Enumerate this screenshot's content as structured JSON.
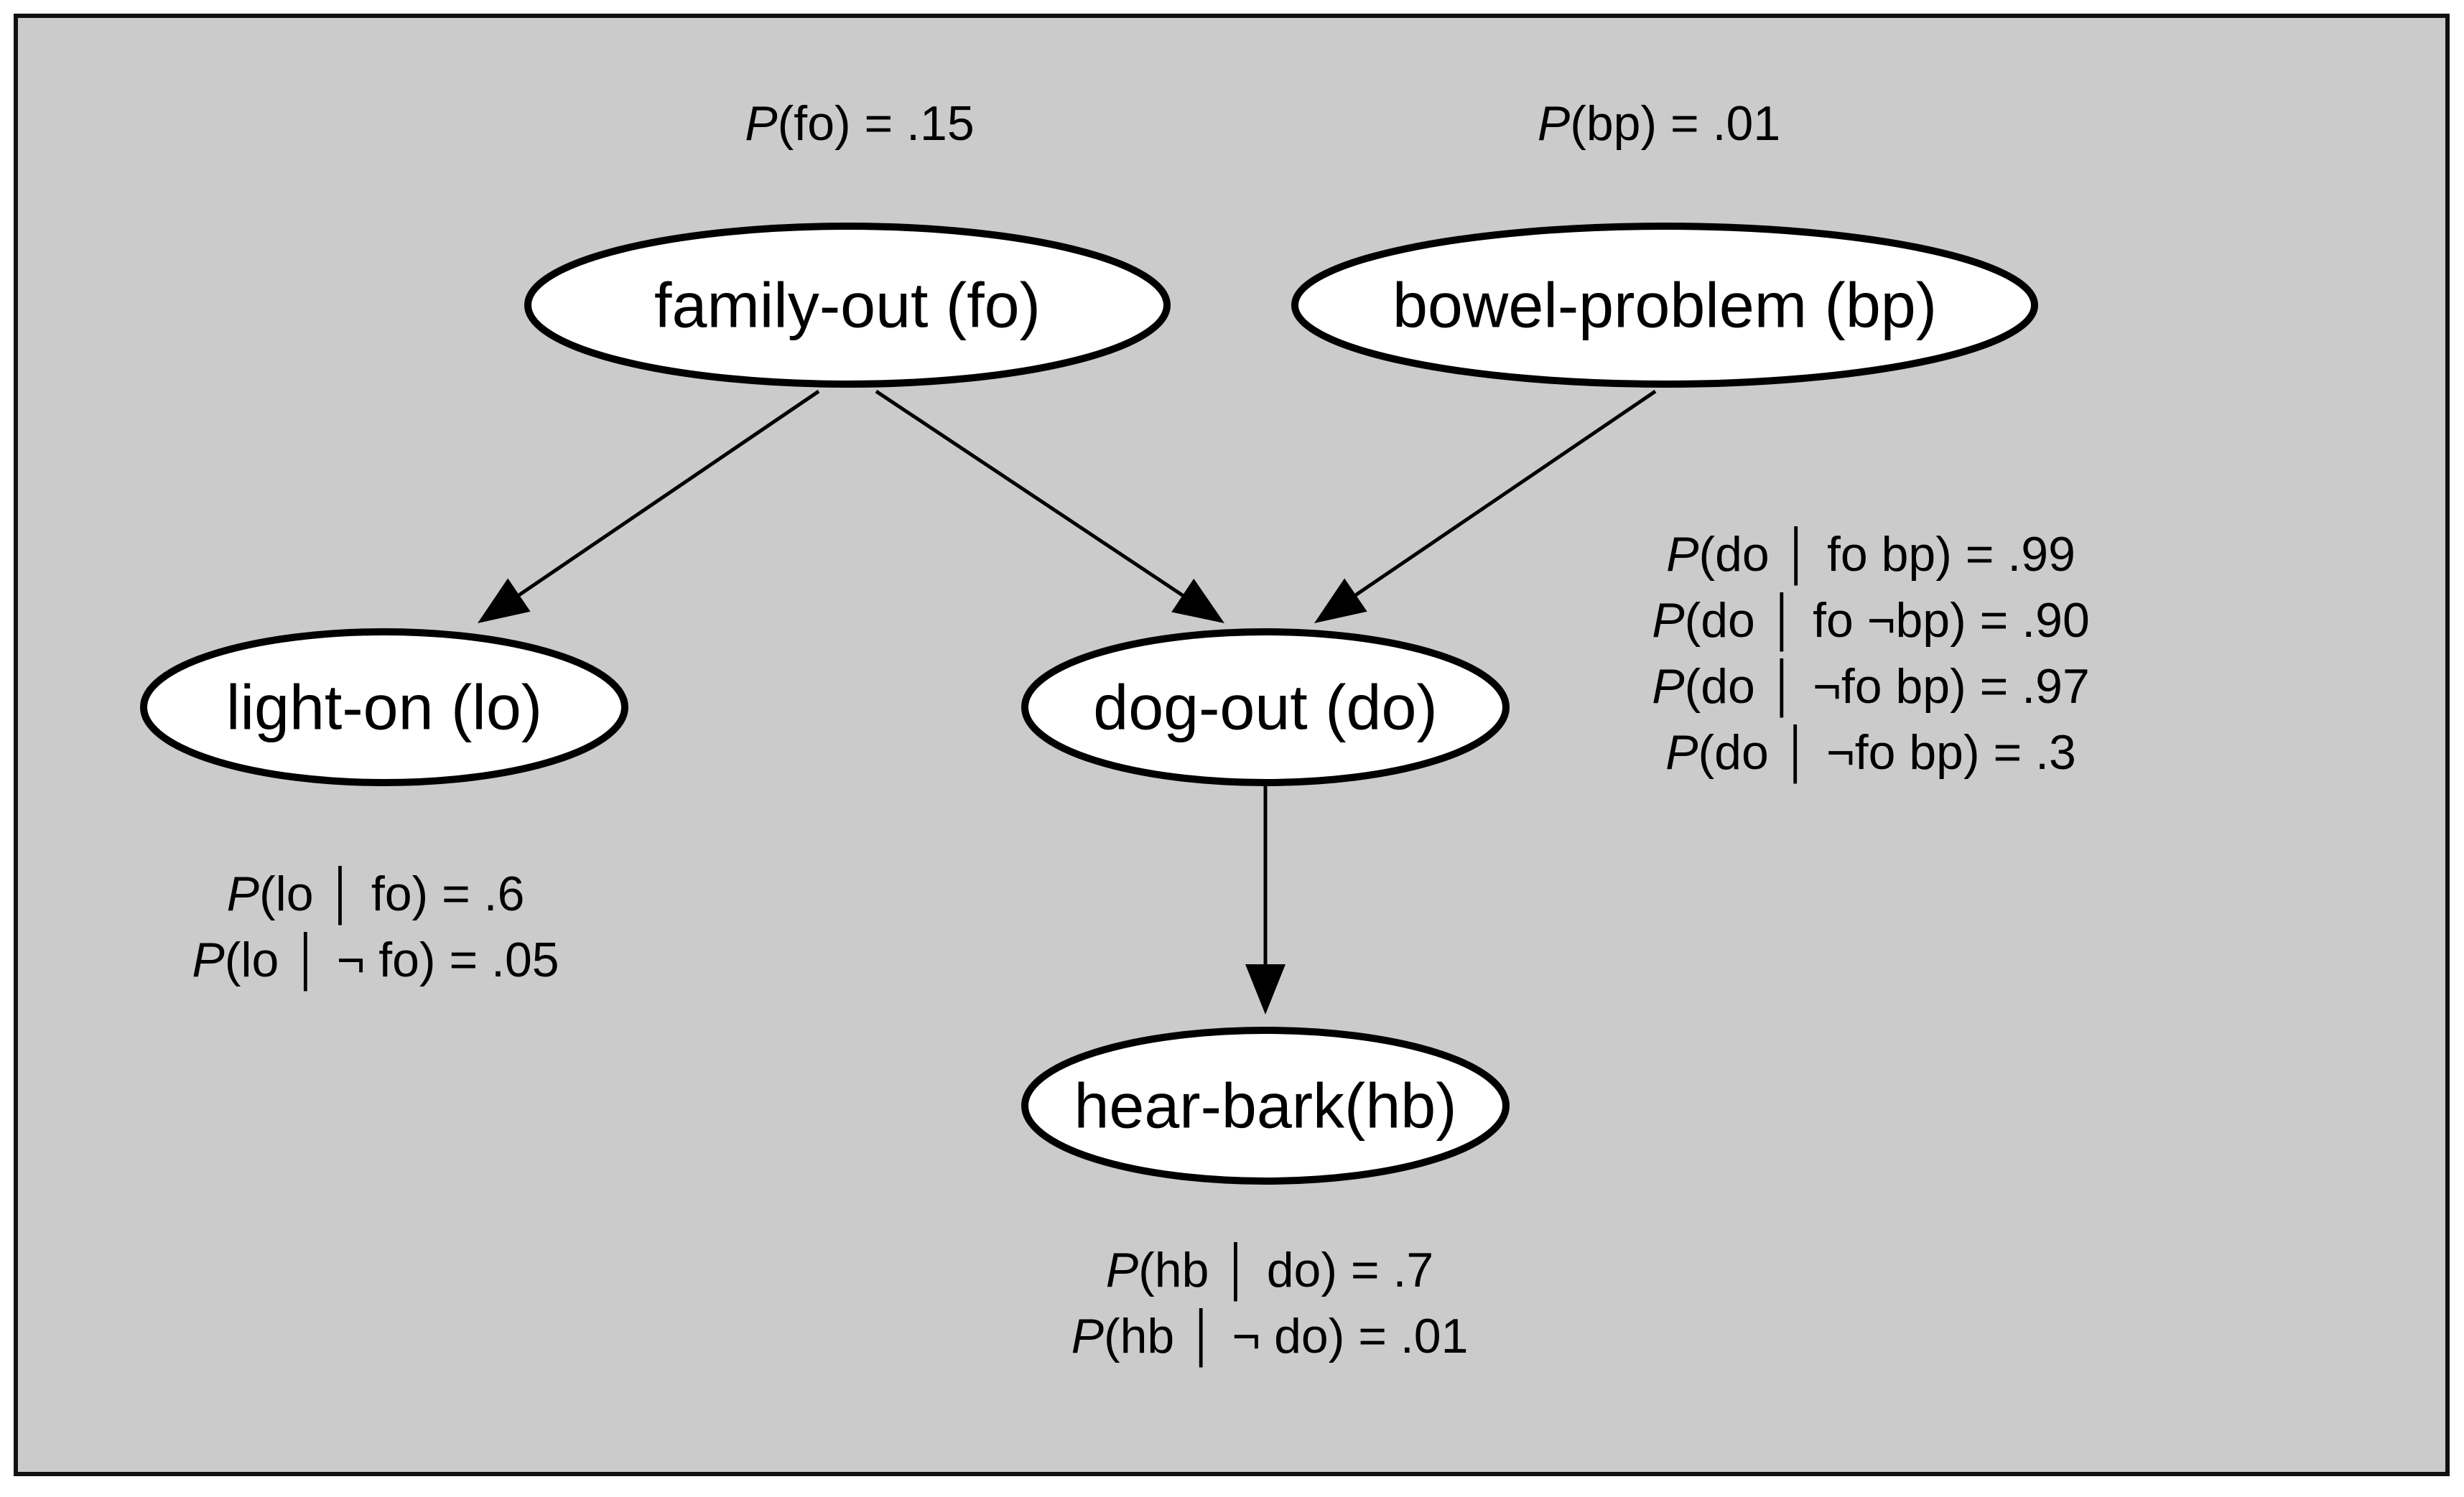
{
  "colors": {
    "panel_fill": "#cbcbcb",
    "panel_border": "#111111",
    "node_fill": "#ffffff",
    "node_border": "#000000",
    "ink": "#000000"
  },
  "nodes": [
    {
      "id": "fo",
      "label": "family-out (fo)"
    },
    {
      "id": "bp",
      "label": "bowel-problem (bp)"
    },
    {
      "id": "lo",
      "label": "light-on (lo)"
    },
    {
      "id": "do",
      "label": "dog-out (do)"
    },
    {
      "id": "hb",
      "label": "hear-bark(hb)"
    }
  ],
  "edges": [
    {
      "from": "fo",
      "to": "lo"
    },
    {
      "from": "fo",
      "to": "do"
    },
    {
      "from": "bp",
      "to": "do"
    },
    {
      "from": "do",
      "to": "hb"
    }
  ],
  "probabilities": {
    "fo": [
      {
        "p": "P",
        "rest": "(fo) = .15"
      }
    ],
    "bp": [
      {
        "p": "P",
        "rest": "(bp) = .01"
      }
    ],
    "do": [
      {
        "p": "P",
        "rest": "(do │ fo bp) = .99"
      },
      {
        "p": "P",
        "rest": "(do │ fo ¬bp) = .90"
      },
      {
        "p": "P",
        "rest": "(do │ ¬fo bp) = .97"
      },
      {
        "p": "P",
        "rest": "(do │ ¬fo bp) = .3"
      }
    ],
    "lo": [
      {
        "p": "P",
        "rest": "(lo │ fo) = .6"
      },
      {
        "p": "P",
        "rest": "(lo │ ¬  fo) = .05"
      }
    ],
    "hb": [
      {
        "p": "P",
        "rest": "(hb │ do) = .7"
      },
      {
        "p": "P",
        "rest": "(hb │ ¬ do) = .01"
      }
    ]
  }
}
